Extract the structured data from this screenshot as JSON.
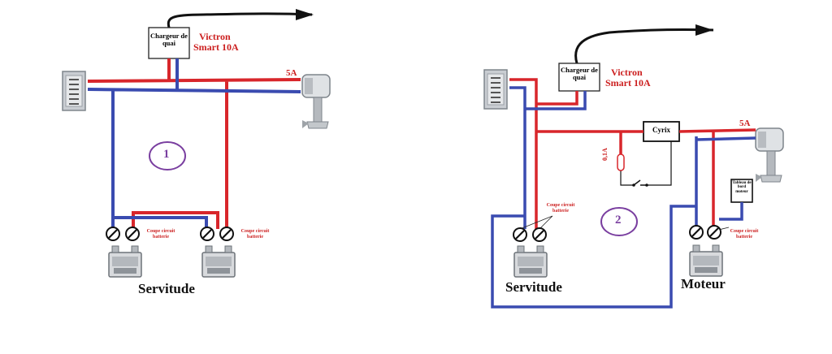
{
  "diagram_1": {
    "charger": "Chargeur de quai",
    "victron_line1": "Victron",
    "victron_line2": "Smart 10A",
    "fuse_5a": "5A",
    "number": "1",
    "coupe_1": "Coupe circuit batterie",
    "coupe_2": "Coupe circuit batterie",
    "servitude": "Servitude"
  },
  "diagram_2": {
    "charger": "Chargeur de quai",
    "victron_line1": "Victron",
    "victron_line2": "Smart 10A",
    "cyrix": "Cyrix",
    "fuse_5a": "5A",
    "fuse_01a": "0,1A",
    "tableau": "Tableau de bord moteur",
    "number": "2",
    "coupe_servitude": "Coupe circuit batterie",
    "coupe_moteur": "Coupe circuit batterie",
    "servitude": "Servitude",
    "moteur": "Moteur"
  },
  "colors": {
    "positive": "#d8262b",
    "negative": "#3a4bb0",
    "label_red": "#cc1f1f",
    "circle": "#7a3fa0"
  }
}
